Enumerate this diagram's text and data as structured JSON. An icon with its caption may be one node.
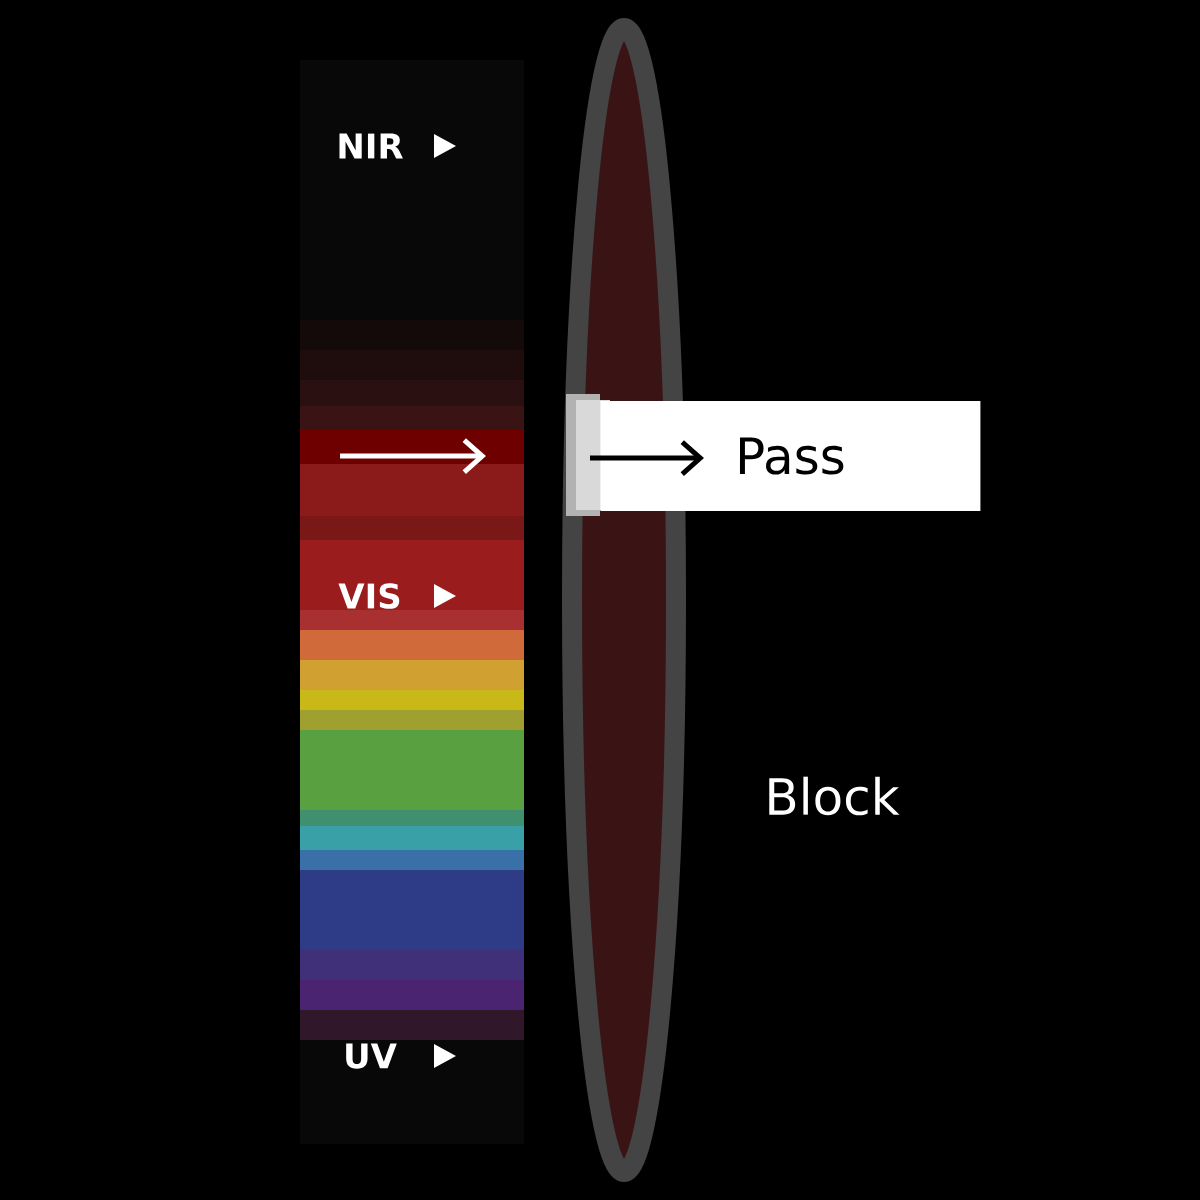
{
  "diagram": {
    "nodes": [
      {
        "text": [
          "Pass"
        ]
      }
    ],
    "labels": [
      "NIR",
      "VIS",
      "UV",
      "Block"
    ]
  }
}
